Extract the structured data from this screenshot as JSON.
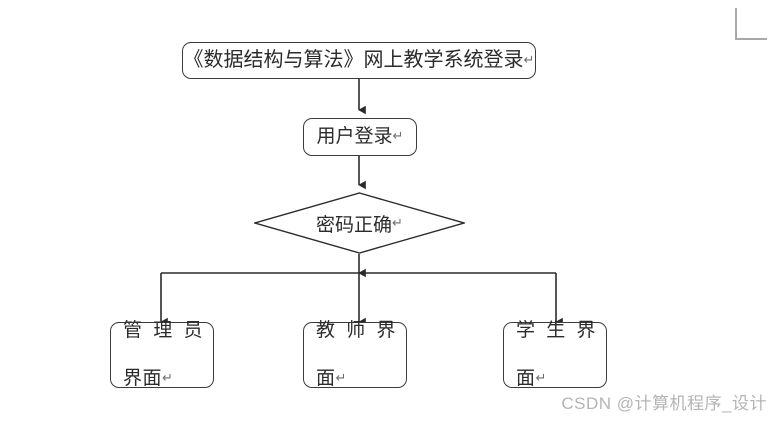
{
  "diagram": {
    "type": "flowchart",
    "title_node": {
      "text": "《数据结构与算法》网上教学系统登录",
      "return_mark": "↵",
      "shape": "rounded-rectangle"
    },
    "login_node": {
      "text": "用户登录",
      "return_mark": "↵",
      "shape": "rounded-rectangle"
    },
    "decision_node": {
      "text": "密码正确",
      "return_mark": "↵",
      "shape": "diamond"
    },
    "leaf_nodes": [
      {
        "id": "admin",
        "line1": "管理员",
        "line2": "界面",
        "return_mark": "↵",
        "shape": "rounded-rectangle"
      },
      {
        "id": "teacher",
        "line1": "教师界",
        "line2": "面",
        "return_mark": "↵",
        "shape": "rounded-rectangle"
      },
      {
        "id": "student",
        "line1": "学生界",
        "line2": "面",
        "return_mark": "↵",
        "shape": "rounded-rectangle"
      }
    ],
    "colors": {
      "stroke": "#3c3c3c",
      "text": "#2b2b2b",
      "background": "#ffffff",
      "return_mark": "#6e6e6e",
      "watermark": "#b4b4b4",
      "corner_mark": "#a8a8a8"
    }
  },
  "watermark": {
    "text": "CSDN @计算机程序_设计"
  }
}
